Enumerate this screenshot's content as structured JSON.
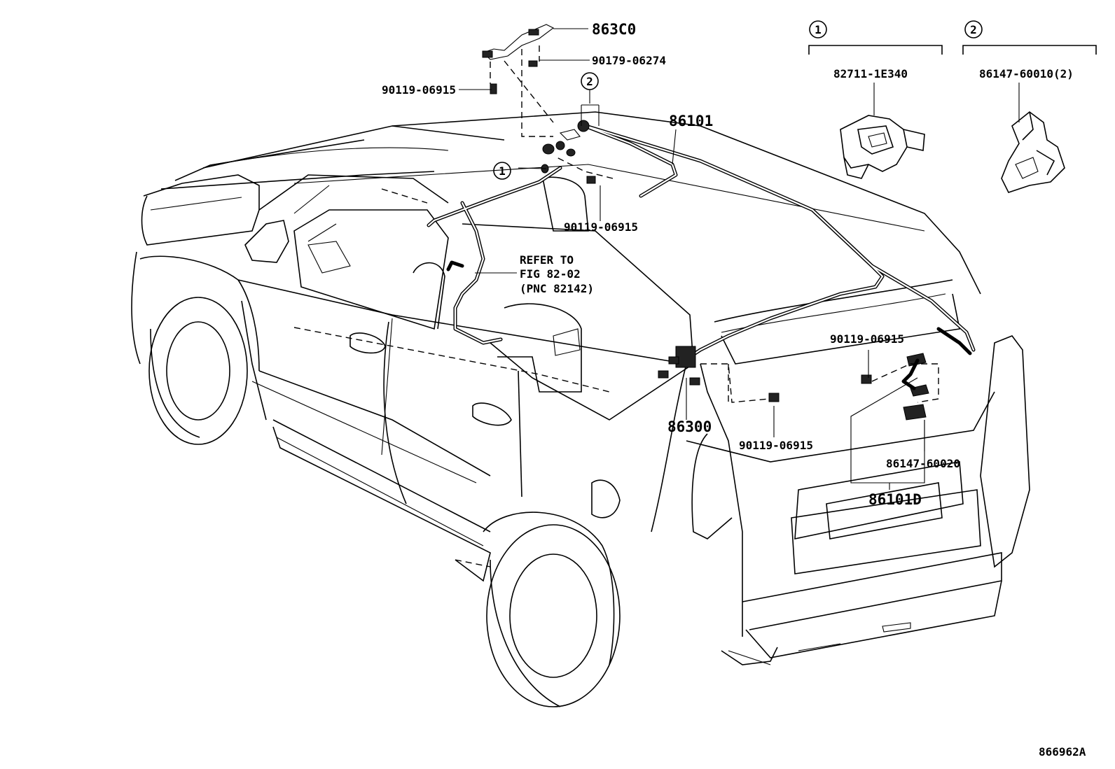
{
  "diagram": {
    "figure_id": "866962A",
    "callouts": {
      "item1_marker": "1",
      "item2_marker": "2"
    },
    "labels": {
      "p863c0": "863C0",
      "p90179": "90179-06274",
      "p90119_top": "90119-06915",
      "p86101": "86101",
      "p90119_mid": "90119-06915",
      "refer_1": "REFER TO",
      "refer_2": "FIG 82-02",
      "refer_3": "(PNC 82142)",
      "p86300": "86300",
      "p90119_lower": "90119-06915",
      "p90119_right": "90119-06915",
      "p86147_60020": "86147-60020",
      "p86101d": "86101D",
      "p82711": "82711-1E340",
      "p86147_60010": "86147-60010(2)"
    }
  }
}
